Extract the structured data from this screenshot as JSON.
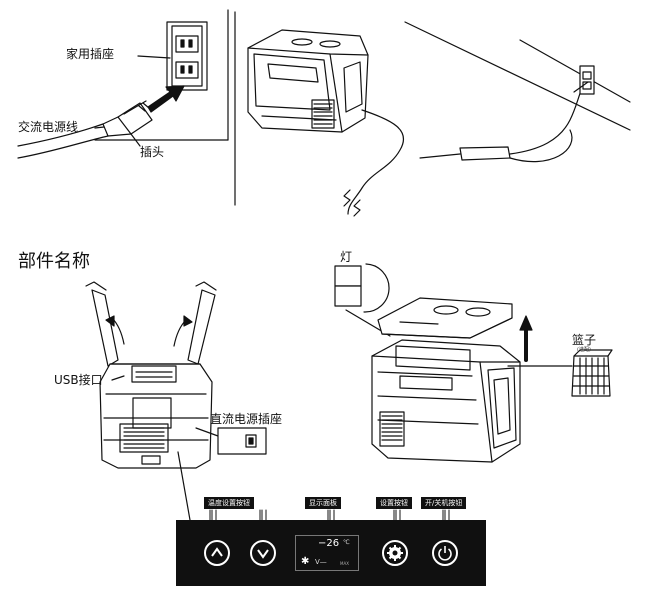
{
  "labels": {
    "household_socket": "家用插座",
    "ac_power_cord": "交流电源线",
    "plug": "插头",
    "parts_title": "部件名称",
    "usb_port": "USB接口",
    "dc_socket": "直流电源插座",
    "lamp": "灯",
    "basket": "篮子",
    "basket_note": "(选配)"
  },
  "panel": {
    "temp_button_label": "温度设置按钮",
    "display_label": "显示面板",
    "settings_button_label": "设置按钮",
    "power_button_label": "开/关机按钮",
    "display_temp": "−26",
    "display_unit": "℃",
    "display_snow": "✱",
    "display_v": "V—",
    "display_mode": "MAX"
  }
}
